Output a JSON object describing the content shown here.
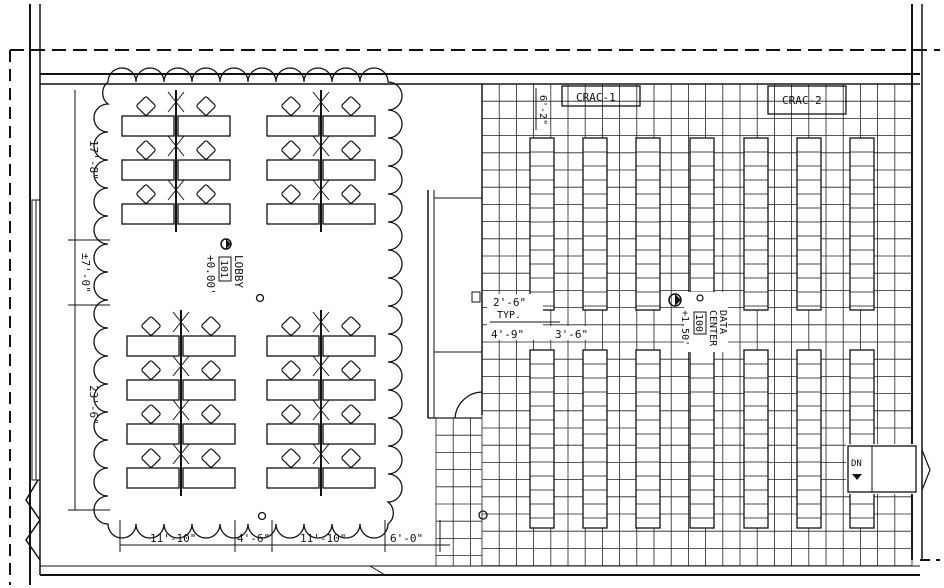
{
  "rooms": {
    "lobby": {
      "name": "LOBBY",
      "number": "101",
      "elevation": "+0.00'"
    },
    "data_center": {
      "name_line1": "DATA",
      "name_line2": "CENTER",
      "number": "100",
      "elevation": "+1.50'"
    }
  },
  "equipment": {
    "crac1": "CRAC-1",
    "crac2": "CRAC-2",
    "door_label": "DN"
  },
  "dimensions": {
    "top_small": "6'-2\"",
    "upper_block": "17'-8\"",
    "aisle": "±7'-0\"",
    "lower_block": "23'-6\"",
    "bottom_left": "11'-10\"",
    "bottom_mid": "4'-6\"",
    "bottom_right": "11'-10\"",
    "bottom_gap": "6'-0\"",
    "rack_depth": "2'-6\"",
    "rack_typ": "TYP.",
    "aisle_hot": "4'-9\"",
    "aisle_cold": "3'-6\""
  }
}
